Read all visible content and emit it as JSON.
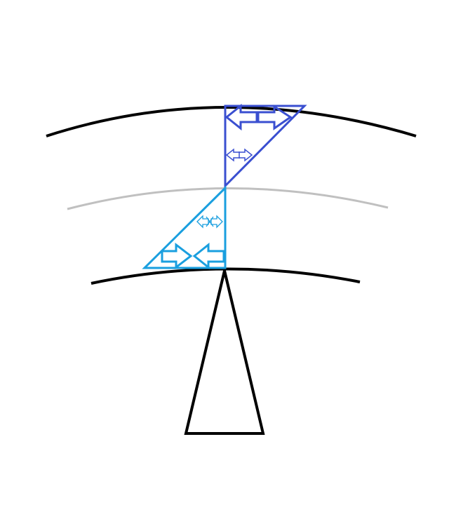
{
  "diagram": {
    "background": "#ffffff",
    "colors": {
      "outer_arc": "#000000",
      "middle_arc": "#c0c0c0",
      "inner_arc": "#000000",
      "upper_triangle": "#3a4fd0",
      "lower_triangle": "#1a9fdf",
      "stand": "#000000"
    },
    "arcs": [
      {
        "name": "outer-arc",
        "role": "upper wavefront",
        "color_key": "outer_arc"
      },
      {
        "name": "middle-arc",
        "role": "reference wavefront",
        "color_key": "middle_arc"
      },
      {
        "name": "inner-arc",
        "role": "lower wavefront",
        "color_key": "inner_arc"
      }
    ],
    "triangles": [
      {
        "name": "upper-triangle",
        "color_key": "upper_triangle",
        "arrow_icons": [
          "double-headed-arrow-icon",
          "double-headed-arrow-icon",
          "double-headed-arrow-icon"
        ]
      },
      {
        "name": "lower-triangle",
        "color_key": "lower_triangle",
        "arrow_icons": [
          "double-headed-arrow-icon",
          "left-arrow-icon",
          "converging-arrows-icon"
        ]
      }
    ],
    "stand": {
      "name": "antenna-stand",
      "shape": "tall triangle",
      "color_key": "stand"
    }
  }
}
